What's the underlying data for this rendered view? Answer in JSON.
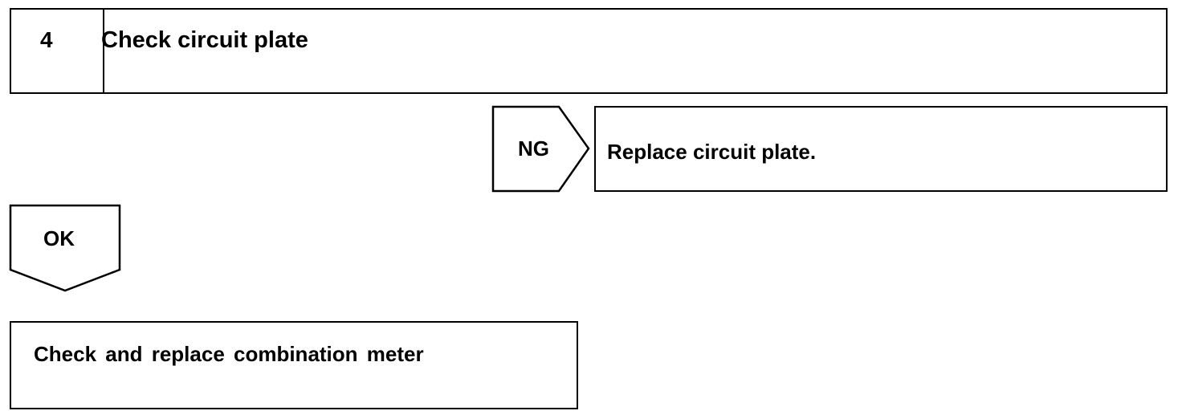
{
  "step": {
    "number": "4",
    "title": "Check circuit plate"
  },
  "ng_branch": {
    "label": "NG",
    "action": "Replace circuit plate."
  },
  "ok_branch": {
    "label": "OK"
  },
  "result": {
    "text": "Check and replace combination meter"
  }
}
